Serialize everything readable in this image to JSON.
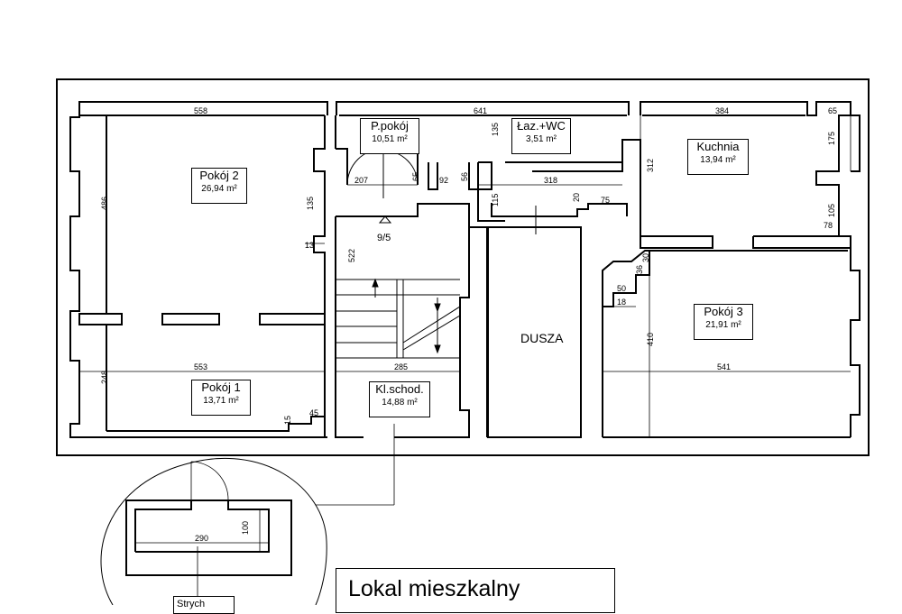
{
  "rooms": {
    "pokoj2": {
      "name": "Pokój 2",
      "area": "26,94 m²"
    },
    "przedpokoj": {
      "name": "P.pokój",
      "area": "10,51 m²"
    },
    "lazienka": {
      "name": "Łaz.+WC",
      "area": "3,51 m²"
    },
    "kuchnia": {
      "name": "Kuchnia",
      "area": "13,94 m²"
    },
    "pokoj1": {
      "name": "Pokój 1",
      "area": "13,71 m²"
    },
    "klatka": {
      "name": "Kl.schod.",
      "area": "14,88 m²"
    },
    "pokoj3": {
      "name": "Pokój 3",
      "area": "21,91 m²"
    },
    "dusza": {
      "name": "DUSZA"
    },
    "stryszek": {
      "name": "Strych"
    }
  },
  "dims": {
    "d558": "558",
    "d641": "641",
    "d384": "384",
    "d65a": "65",
    "d135a": "135",
    "d175": "175",
    "d312": "312",
    "d486": "486",
    "d207": "207",
    "d65b": "65",
    "d92": "92",
    "d56": "56",
    "d318": "318",
    "d20": "20",
    "d75": "75",
    "d115": "115",
    "d105": "105",
    "d78": "78",
    "d135b": "135",
    "d13": "13",
    "d522": "522",
    "d30": "30",
    "d36": "36",
    "d50": "50",
    "d18": "18",
    "d410": "410",
    "d553": "553",
    "d285": "285",
    "d541": "541",
    "d248": "248",
    "d15": "15",
    "d45": "45",
    "d290": "290",
    "d100": "100"
  },
  "level_mark": "9/5",
  "title": "Lokal mieszkalny",
  "colors": {
    "line": "#000000",
    "background": "#ffffff"
  }
}
